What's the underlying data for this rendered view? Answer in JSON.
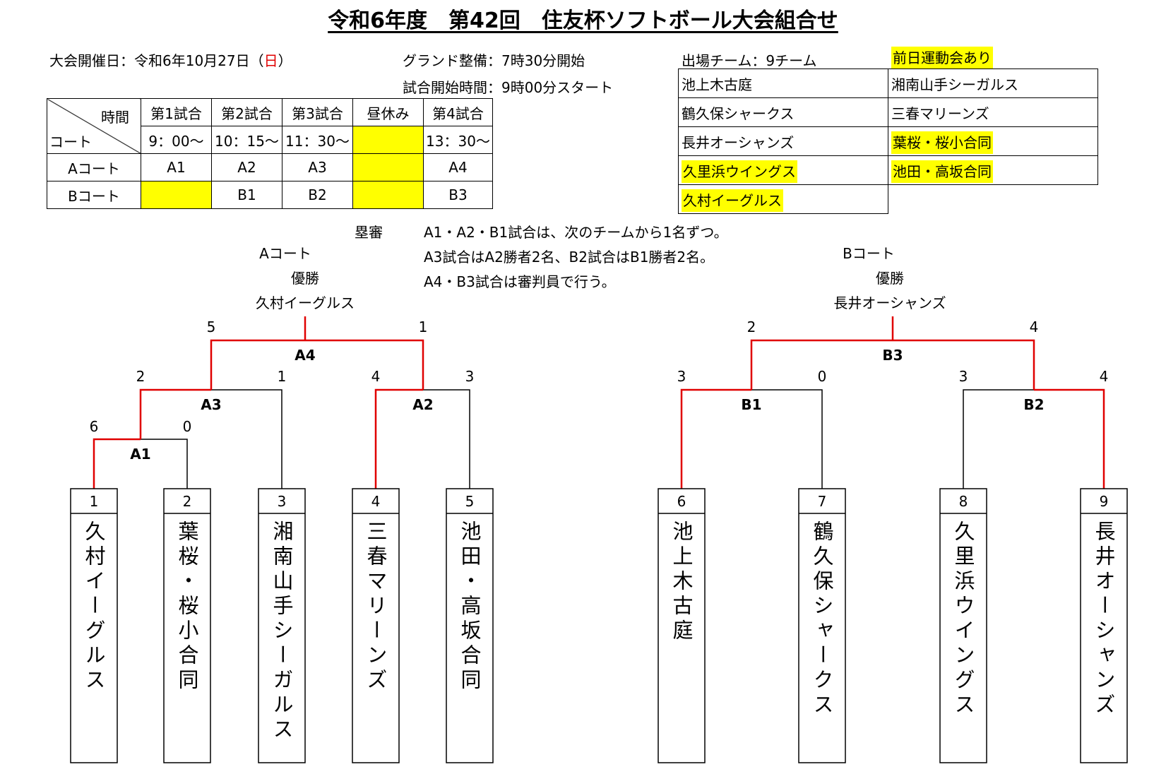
{
  "title": "令和6年度　第42回　住友杯ソフトボール大会組合せ",
  "info": {
    "date_prefix": "大会開催日：令和6年10月27日（",
    "date_day": "日",
    "date_suffix": "）",
    "ground": "グランド整備：7時30分開始",
    "start": "試合開始時間：9時00分スタート",
    "teams_count": "出場チーム：9チーム",
    "prev_day": "前日運動会あり"
  },
  "schedule": {
    "corner_top": "時間",
    "corner_bottom": "コート",
    "headers": [
      "第1試合",
      "第2試合",
      "第3試合",
      "昼休み",
      "第4試合"
    ],
    "times": [
      "9：00～",
      "10：15～",
      "11：30～",
      "",
      "13：30～"
    ],
    "rows": [
      {
        "court": "Aコート",
        "cells": [
          "A1",
          "A2",
          "A3",
          "",
          "A4"
        ]
      },
      {
        "court": "Bコート",
        "cells": [
          "",
          "B1",
          "B2",
          "",
          "B3"
        ]
      }
    ]
  },
  "team_list": [
    [
      "池上木古庭",
      "湘南山手シーガルス"
    ],
    [
      "鶴久保シャークス",
      "三春マリーンズ"
    ],
    [
      "長井オーシャンズ",
      "葉桜・桜小合同"
    ],
    [
      "久里浜ウイングス",
      "池田・高坂合同"
    ],
    [
      "久村イーグルス",
      ""
    ]
  ],
  "umpire": {
    "label": "塁審",
    "line1": "A1・A2・B1試合は、次のチームから1名ずつ。",
    "line2": "A3試合はA2勝者2名、B2試合はB1勝者2名。",
    "line3": "A4・B3試合は審判員で行う。"
  },
  "bracket_a": {
    "court": "Aコート",
    "winner_label": "優勝",
    "winner": "久村イーグルス",
    "matches": [
      {
        "name": "A4",
        "left_score": "5",
        "right_score": "1"
      },
      {
        "name": "A3",
        "left_score": "2",
        "right_score": "1"
      },
      {
        "name": "A2",
        "left_score": "4",
        "right_score": "3"
      },
      {
        "name": "A1",
        "left_score": "6",
        "right_score": "0"
      }
    ]
  },
  "bracket_b": {
    "court": "Bコート",
    "winner_label": "優勝",
    "winner": "長井オーシャンズ",
    "matches": [
      {
        "name": "B3",
        "left_score": "2",
        "right_score": "4"
      },
      {
        "name": "B1",
        "left_score": "3",
        "right_score": "0"
      },
      {
        "name": "B2",
        "left_score": "3",
        "right_score": "4"
      }
    ]
  },
  "entries": [
    {
      "num": "1",
      "name": "久村イーグルス"
    },
    {
      "num": "2",
      "name": "葉桜・桜小合同"
    },
    {
      "num": "3",
      "name": "湘南山手シーガルス"
    },
    {
      "num": "4",
      "name": "三春マリーンズ"
    },
    {
      "num": "5",
      "name": "池田・高坂合同"
    },
    {
      "num": "6",
      "name": "池上木古庭"
    },
    {
      "num": "7",
      "name": "鶴久保シャークス"
    },
    {
      "num": "8",
      "name": "久里浜ウイングス"
    },
    {
      "num": "9",
      "name": "長井オーシャンズ"
    }
  ],
  "colors": {
    "winner_line": "#e00000",
    "highlight": "#ffff00"
  }
}
